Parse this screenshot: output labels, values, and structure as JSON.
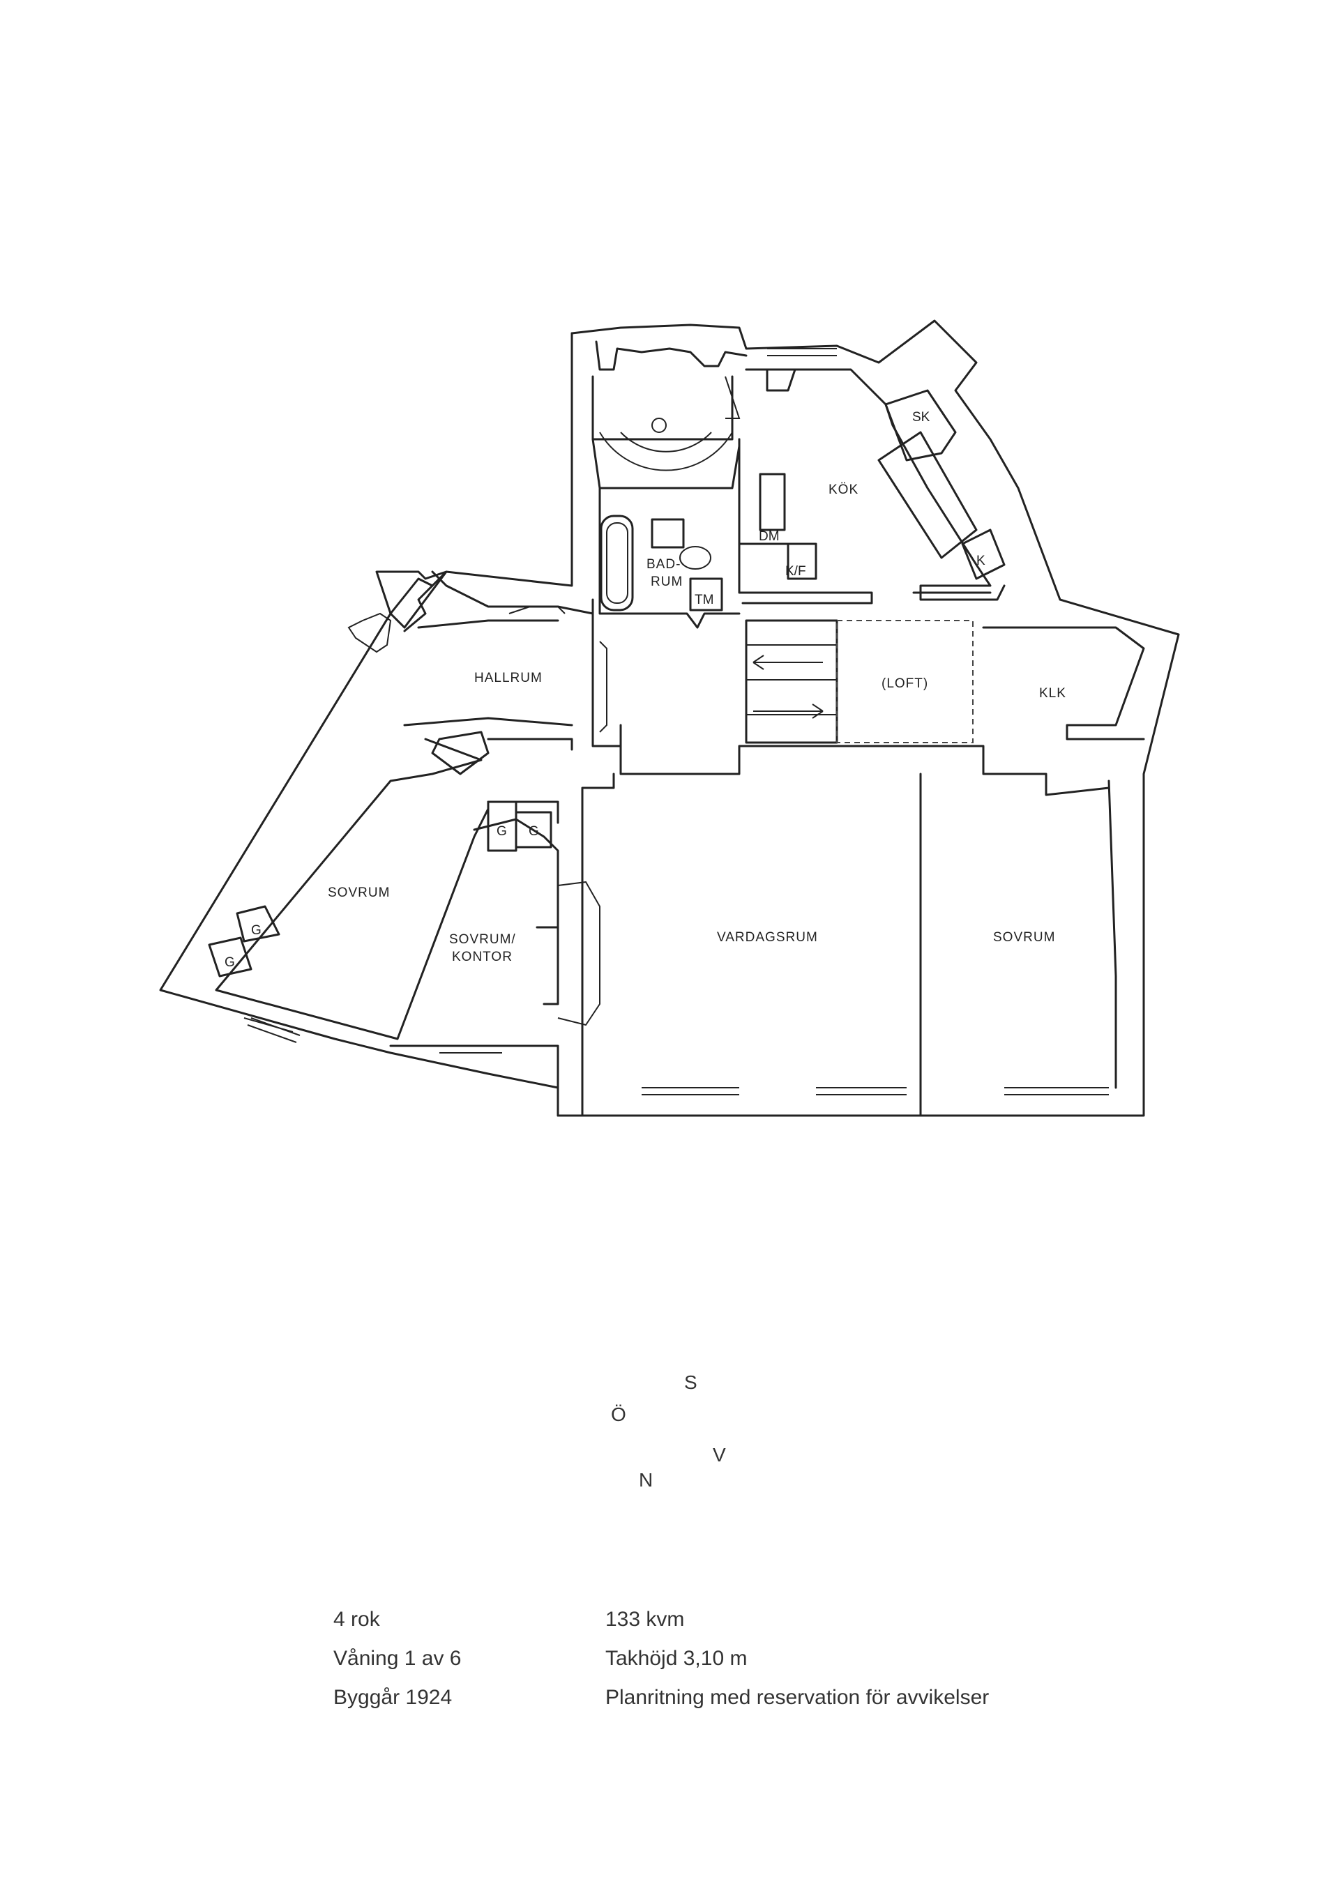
{
  "rooms": {
    "kok": "KÖK",
    "sk": "SK",
    "dm": "DM",
    "kf": "K/F",
    "k": "K",
    "badrum_1": "BAD-",
    "badrum_2": "RUM",
    "tm": "TM",
    "hallrum": "HALLRUM",
    "loft": "(LOFT)",
    "klk": "KLK",
    "sovrum_left": "SOVRUM",
    "sovrum_kontor_1": "SOVRUM/",
    "sovrum_kontor_2": "KONTOR",
    "vardagsrum": "VARDAGSRUM",
    "sovrum_right": "SOVRUM",
    "g": "G"
  },
  "compass": {
    "north": "N",
    "south": "S",
    "east": "Ö",
    "west": "V"
  },
  "info": {
    "left": [
      "4 rok",
      "Våning 1 av 6",
      "Byggår 1924"
    ],
    "right": [
      "133 kvm",
      "Takhöjd 3,10 m",
      "Planritning med reservation för avvikelser"
    ]
  }
}
